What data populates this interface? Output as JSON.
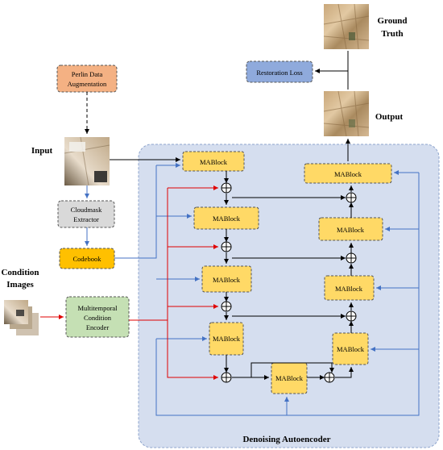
{
  "labels": {
    "ground_truth_line1": "Ground",
    "ground_truth_line2": "Truth",
    "output": "Output",
    "input": "Input",
    "condition_line1": "Condition",
    "condition_line2": "Images",
    "container_title": "Denoising Autoencoder"
  },
  "boxes": {
    "perlin_line1": "Perlin Data",
    "perlin_line2": "Augmentation",
    "restoration_loss": "Restoration Loss",
    "cloudmask_line1": "Cloudmask",
    "cloudmask_line2": "Extractor",
    "codebook": "Codebook",
    "mtce_line1": "Multitemporal",
    "mtce_line2": "Condition",
    "mtce_line3": "Encoder",
    "mablock": "MABlock"
  },
  "colors": {
    "container_fill": "#d5deef",
    "mablock_fill": "#ffd966",
    "perlin_fill": "#f4b183",
    "loss_fill": "#8faadc",
    "cloudmask_fill": "#d9d9d9",
    "codebook_fill": "#ffc000",
    "mtce_fill": "#c5e0b4",
    "blue_line": "#4472c4",
    "red_line": "#e00000"
  }
}
